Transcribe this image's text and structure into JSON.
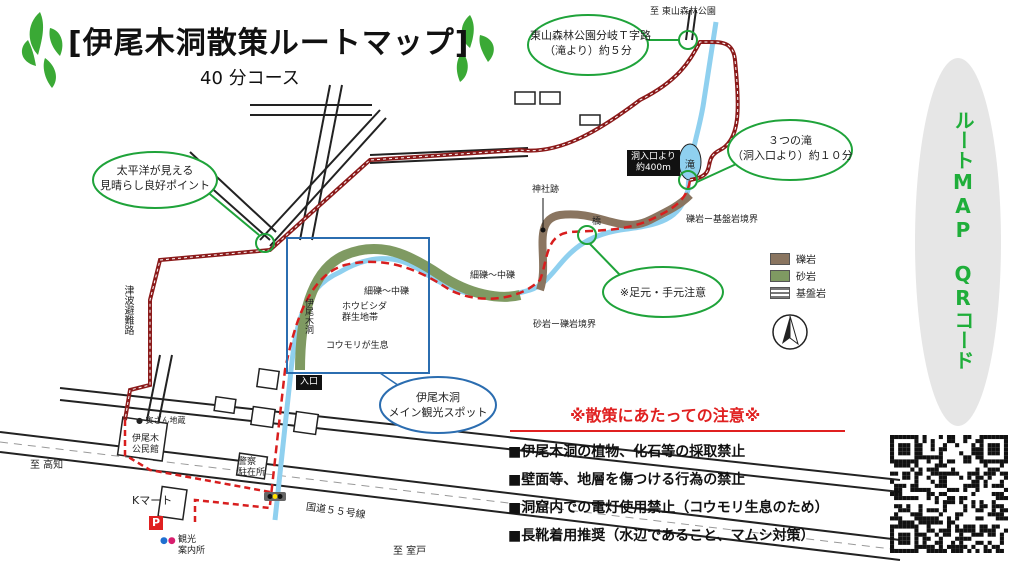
{
  "header": {
    "title": "[伊尾木洞散策ルートマップ]",
    "subtitle": "40 分コース"
  },
  "map": {
    "to_higashiyama": "至 東山森林公園",
    "to_kochi": "至 高知",
    "to_muroto": "至 室戸",
    "national_route": "国道５５号線",
    "tsunami_route": "津波避難路",
    "cave_name_vertical": "伊尾木洞",
    "entrance": "入口",
    "cave_distance": "洞入口より\n約400m",
    "waterfall": "滝",
    "shrine_ruins": "神社跡",
    "bridge": "橋",
    "boundary_conglomerate_basement": "礫岩ー基盤岩境界",
    "boundary_sandstone_conglomerate": "砂岩ー礫岩境界",
    "gravel_upper": "細礫～中礫",
    "gravel_lower": "細礫～中礫",
    "fern_colony": "ホウビシダ\n群生地帯",
    "bats": "コウモリが生息",
    "torasan_jizo": "● 寅ざん地蔵",
    "community_hall": "伊尾木\n公民館",
    "police_box": "警察\n駐在所",
    "k_mart": "Kマート",
    "parking": "P",
    "tourist_info": "観光\n案内所",
    "colors": {
      "route": "#d81e1e",
      "river": "#8fd0ef",
      "conglomerate": "#8a7560",
      "sandstone": "#7f9a62",
      "callout": "#1fa33a",
      "main_spot": "#2b6db0"
    }
  },
  "callouts": {
    "higashiyama_junction": "東山森林公園分岐Ｔ字路\n（滝より）約５分",
    "three_falls": "３つの滝\n（洞入口より）約１０分",
    "pacific_view": "太平洋が見える\n見晴らし良好ポイント",
    "watch_step": "※足元・手元注意",
    "main_spot": "伊尾木洞\nメイン観光スポット"
  },
  "legend": {
    "items": [
      {
        "label": "礫岩",
        "color": "#8a7560"
      },
      {
        "label": "砂岩",
        "color": "#7f9a62"
      },
      {
        "label": "基盤岩",
        "color": "striped-grey"
      }
    ],
    "north_icon": "north-arrow-icon"
  },
  "notes": {
    "title": "※散策にあたっての注意※",
    "items": [
      "■伊尾木洞の植物、化石等の採取禁止",
      "■壁面等、地層を傷つける行為の禁止",
      "■洞窟内での電灯使用禁止（コウモリ生息のため）",
      "■長靴着用推奨（水辺であること、マムシ対策）"
    ]
  },
  "qr": {
    "label": "ルートMAP　QRコード"
  }
}
